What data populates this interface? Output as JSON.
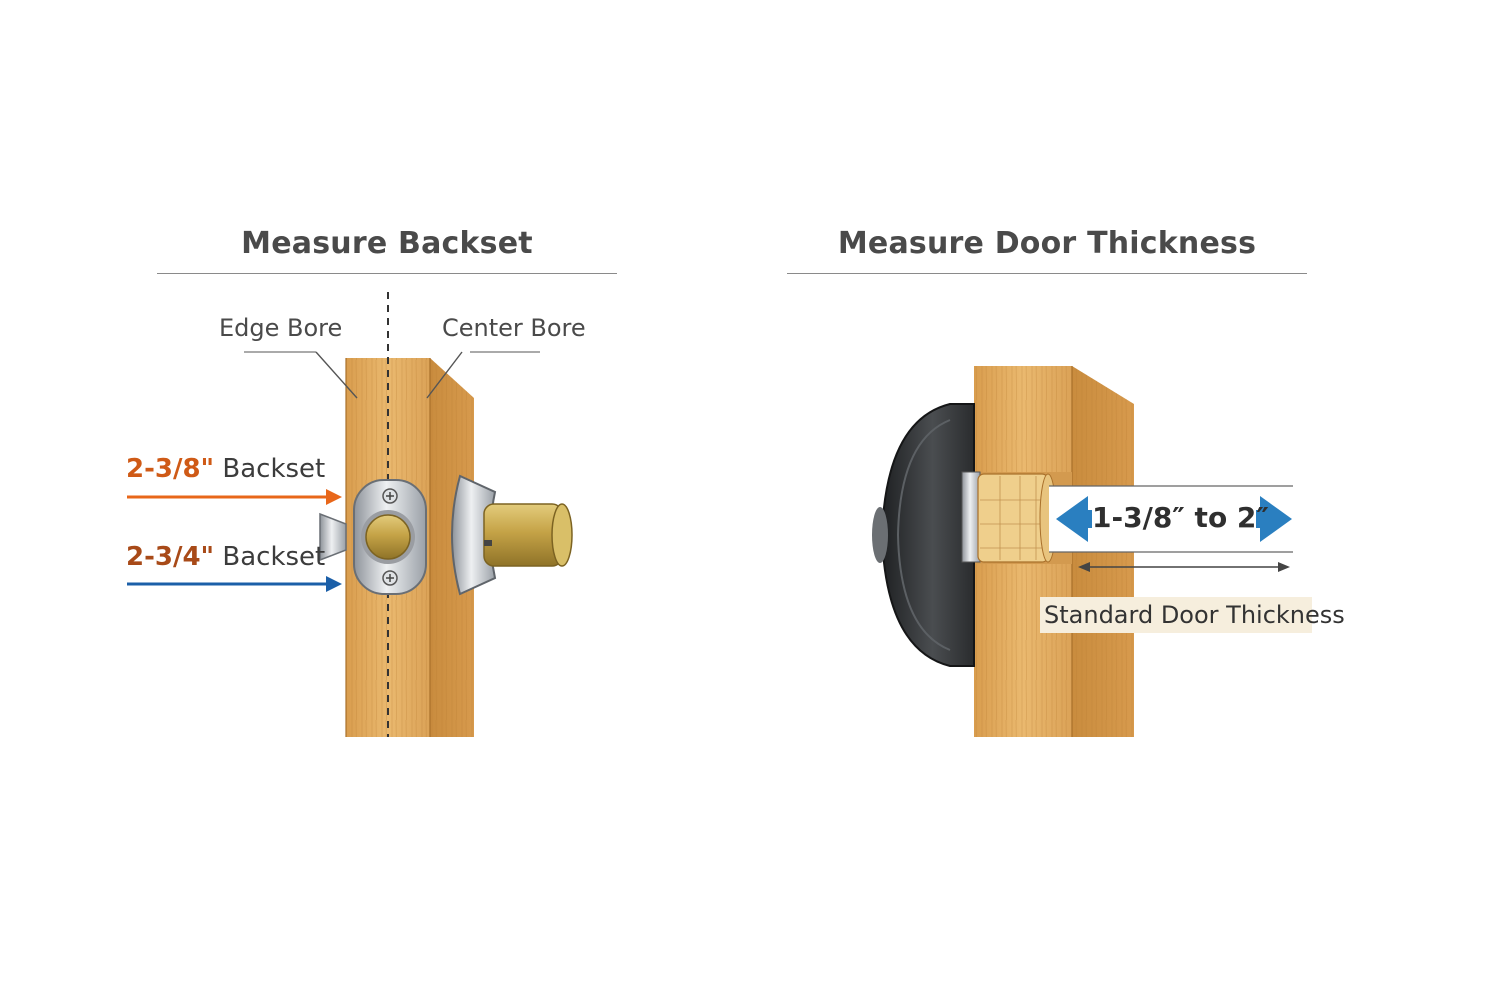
{
  "left_panel": {
    "title": "Measure Backset",
    "edge_bore_label": "Edge Bore",
    "center_bore_label": "Center Bore",
    "backsets": [
      {
        "value": "2-3/8\"",
        "label": " Backset",
        "color": "#e8671a"
      },
      {
        "value": "2-3/4\"",
        "label": " Backset",
        "color": "#1b5fa8"
      }
    ]
  },
  "right_panel": {
    "title": "Measure Door Thickness",
    "range": "1-3/8″ to 2″",
    "caption": "Standard Door Thickness",
    "arrow_color": "#2a7fc0"
  },
  "colors": {
    "wood_light": "#e6b56a",
    "wood_dark": "#c68a3c",
    "brass": "#c9a948",
    "chrome": "#b8bcc2",
    "deadbolt_body": "#2f3133"
  }
}
